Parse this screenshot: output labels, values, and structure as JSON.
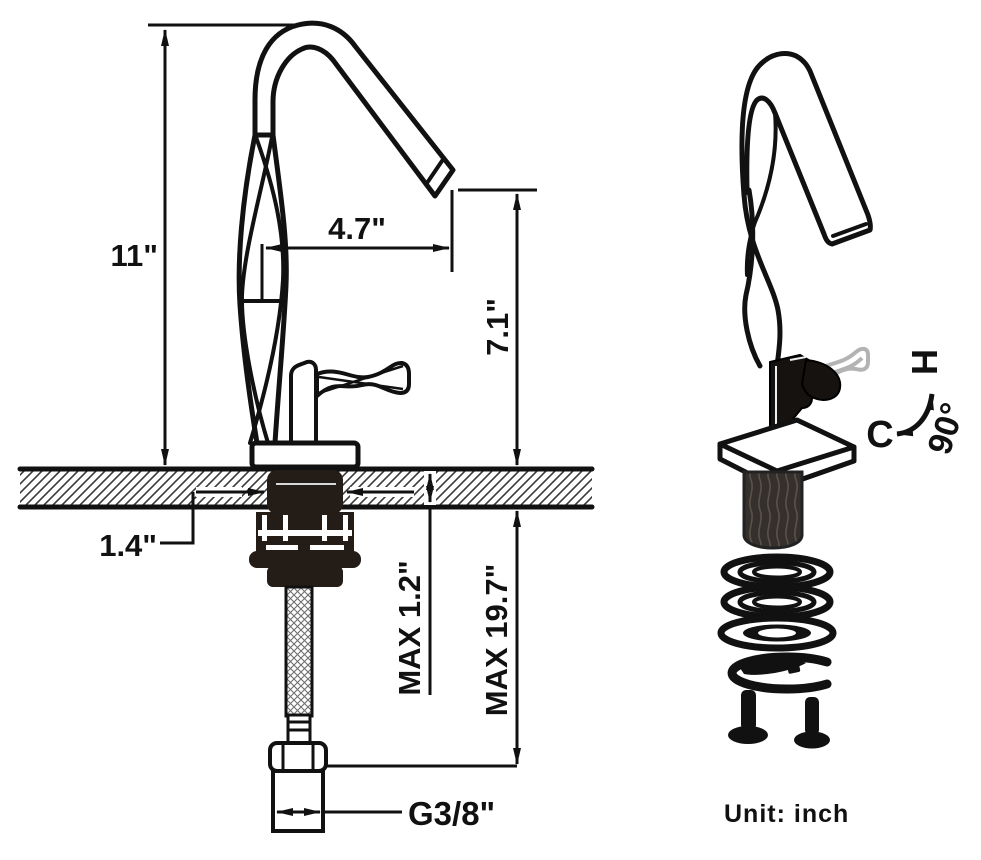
{
  "drawing": {
    "front_view": {
      "dimensions": {
        "overall_height": "11\"",
        "spout_reach": "4.7\"",
        "spout_height": "7.1\"",
        "mounting_hole": "1.4\"",
        "max_deck_thickness": "MAX 1.2\"",
        "max_hose_length": "MAX 19.7\"",
        "supply_thread": "G3/8\""
      }
    },
    "exploded_view": {
      "handle_labels": {
        "hot": "H",
        "cold": "C",
        "swing_angle": "90°"
      }
    },
    "note": {
      "unit": "Unit: inch"
    },
    "colors": {
      "line": "#111111",
      "dark_parts": "#241d17",
      "ghost_handle": "#b3b3b3",
      "background": "#ffffff"
    }
  }
}
